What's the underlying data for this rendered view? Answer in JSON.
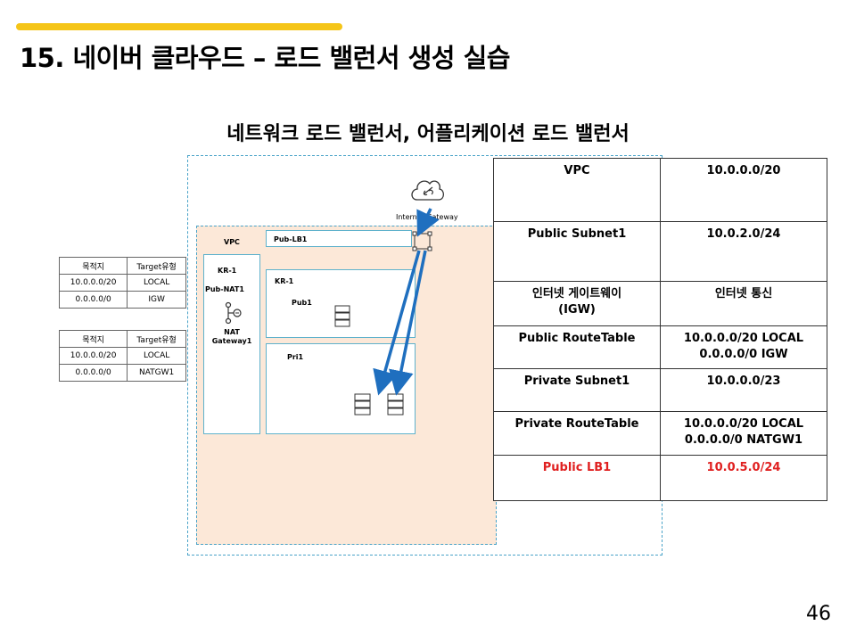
{
  "header": {
    "title": "15. 네이버 클라우드 – 로드 밸런서 생성 실습",
    "subtitle": "네트워크 로드 밸런서, 어플리케이션 로드 밸런서",
    "page_number": "46"
  },
  "colors": {
    "accent": "#f5c518",
    "vpc_fill": "#fce8d8",
    "border": "#4aa3c8",
    "arrow": "#1f6fbf",
    "highlight": "#e02020"
  },
  "diagram": {
    "internet_gateway": "Internet Gateway",
    "vpc": "VPC",
    "lb_label": "Pub-LB1",
    "nat_zone": "KR-1",
    "nat_subnet": "Pub-NAT1",
    "nat_gateway": "NAT Gateway1",
    "pub_zone": "KR-1",
    "pub_subnet": "Pub1",
    "pri_subnet": "Pri1",
    "icons": [
      "cloud-icon",
      "load-balancer-icon",
      "nat-gateway-icon",
      "server-icon"
    ]
  },
  "route_tables": [
    {
      "headers": [
        "목적지",
        "Target유형"
      ],
      "rows": [
        [
          "10.0.0.0/20",
          "LOCAL"
        ],
        [
          "0.0.0.0/0",
          "IGW"
        ]
      ]
    },
    {
      "headers": [
        "목적지",
        "Target유형"
      ],
      "rows": [
        [
          "10.0.0.0/20",
          "LOCAL"
        ],
        [
          "0.0.0.0/0",
          "NATGW1"
        ]
      ]
    }
  ],
  "info_table": [
    {
      "key": "VPC",
      "value": "10.0.0.0/20"
    },
    {
      "key": "Public Subnet1",
      "value": "10.0.2.0/24"
    },
    {
      "key": "인터넷 게이트웨이\n(IGW)",
      "value": "인터넷 통신"
    },
    {
      "key": "Public RouteTable",
      "value": "10.0.0.0/20 LOCAL\n0.0.0.0/0 IGW"
    },
    {
      "key": "Private Subnet1",
      "value": "10.0.0.0/23"
    },
    {
      "key": "Private RouteTable",
      "value": "10.0.0.0/20 LOCAL\n0.0.0.0/0 NATGW1"
    },
    {
      "key": "Public LB1",
      "value": "10.0.5.0/24",
      "highlight": true
    }
  ]
}
